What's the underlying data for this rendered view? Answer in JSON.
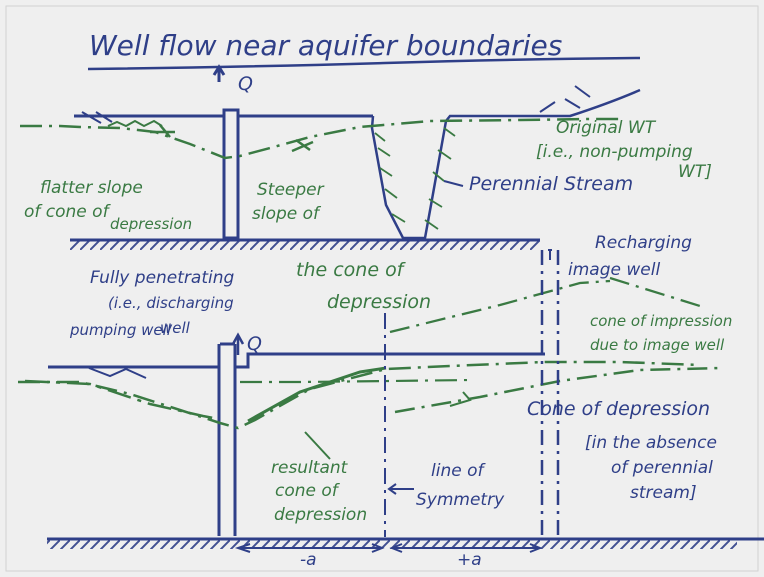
{
  "title": "Well flow near aquifer boundaries",
  "labels": {
    "top_q": "Q",
    "original_wt_1": "Original WT",
    "original_wt_2": "[i.e., non-pumping",
    "original_wt_3": "WT]",
    "flatter_1": "flatter slope",
    "flatter_2": "of cone of",
    "flatter_3": "depression",
    "steeper_1": "Steeper",
    "steeper_2": "slope of",
    "cone_1": "the cone of",
    "cone_2": "depression",
    "perennial": "Perennial Stream",
    "recharging_1": "Recharging",
    "recharging_2": "image well",
    "fully_1": "Fully penetrating",
    "fully_2": "(i.e., discharging",
    "fully_3": "pumping well",
    "fully_4": "well",
    "bottom_q": "Q",
    "cone_impression_1": "cone of impression",
    "cone_impression_2": "due to image well",
    "cone_depression_1": "Cone of depression",
    "cone_depression_2": "[in the absence",
    "cone_depression_3": "of perennial",
    "cone_depression_4": "stream]",
    "resultant_1": "resultant",
    "resultant_2": "cone of",
    "resultant_3": "depression",
    "line_1": "line of",
    "line_2": "Symmetry",
    "minus_a": "-a",
    "plus_a": "+a"
  },
  "colors": {
    "board": "#efefef",
    "blue": "#2f3f88",
    "green": "#3a7a43",
    "frame": "#8f8f8f"
  }
}
